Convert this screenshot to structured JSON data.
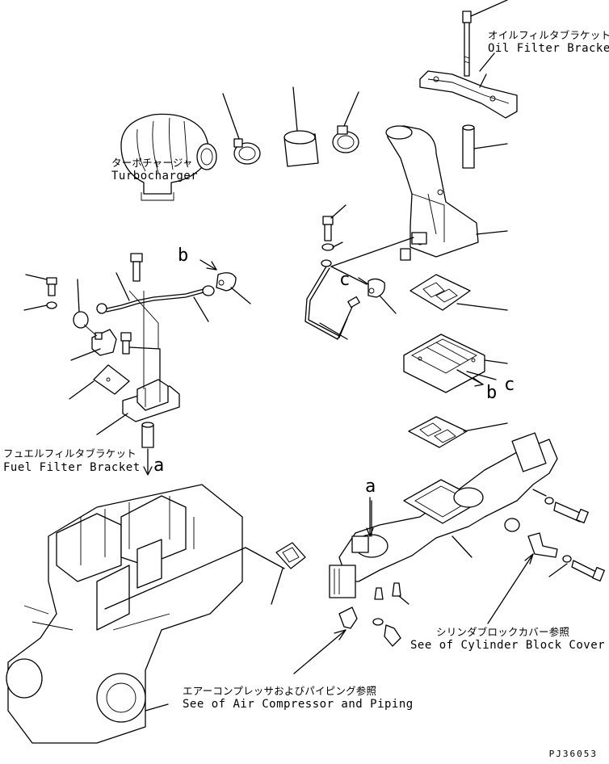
{
  "labels": {
    "oil_filter_bracket_jp": "オイルフィルタブラケット",
    "oil_filter_bracket_en": "Oil Filter Bracket",
    "turbocharger_jp": "ターボチャージャ",
    "turbocharger_en": "Turbocharger",
    "fuel_filter_bracket_jp": "フュエルフィルタブラケット",
    "fuel_filter_bracket_en": "Fuel Filter Bracket",
    "cylinder_block_cover_jp": "シリンダブロックカバー参照",
    "cylinder_block_cover_en": "See of Cylinder Block Cover",
    "air_compressor_jp": "エアーコンプレッサおよびパイピング参照",
    "air_compressor_en": "See of Air Compressor and Piping"
  },
  "markers": {
    "a": "a",
    "b": "b",
    "c": "c"
  },
  "drawing_code": "PJ36053"
}
